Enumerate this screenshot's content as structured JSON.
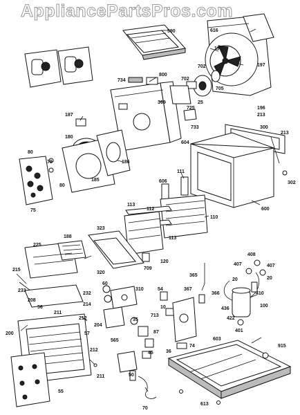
{
  "watermark": "AppliancePartsPros.com",
  "callouts": {
    "c590": "590",
    "c616": "616",
    "c190": "190",
    "c197": "197",
    "c702a": "702",
    "c702b": "702",
    "c705": "705",
    "c25": "25",
    "c196": "196",
    "c800": "800",
    "c734": "734",
    "c360": "360",
    "c725": "725",
    "c733": "733",
    "c604": "604",
    "c187": "187",
    "c180": "180",
    "c186": "186",
    "c213a": "213",
    "c300": "300",
    "c213b": "213",
    "c302": "302",
    "c80a": "80",
    "c79": "79",
    "c80b": "80",
    "c75": "75",
    "c185": "185",
    "c111": "111",
    "c606": "606",
    "c600": "600",
    "c113a": "113",
    "c112": "112",
    "c110": "110",
    "c113b": "113",
    "c323": "323",
    "c120": "120",
    "c709": "709",
    "c188": "188",
    "c225": "225",
    "c320": "320",
    "c215": "215",
    "c233": "233",
    "c208": "208",
    "c60": "60",
    "c310": "310",
    "c365": "365",
    "c54": "54",
    "c367": "367",
    "c366": "366",
    "c408": "408",
    "c407a": "407",
    "c407b": "407",
    "c20a": "20",
    "c20b": "20",
    "c410": "410",
    "c232": "232",
    "c214": "214",
    "c10": "10",
    "c436": "436",
    "c100": "100",
    "c56": "56",
    "c211a": "211",
    "c212a": "212",
    "c204": "204",
    "c713": "713",
    "c422": "422",
    "c35": "35",
    "c401": "401",
    "c200": "200",
    "c57": "57",
    "c87": "87",
    "c603": "603",
    "c915": "915",
    "c565": "565",
    "c36": "36",
    "c74": "74",
    "c212b": "212",
    "c211b": "211",
    "c45": "45",
    "c50": "50",
    "c55": "55",
    "c70": "70",
    "c613": "613"
  },
  "icons": {
    "fan_blade": "fan-blade-icon",
    "compressor": "compressor-icon",
    "blower_wheel": "blower-wheel-icon"
  }
}
